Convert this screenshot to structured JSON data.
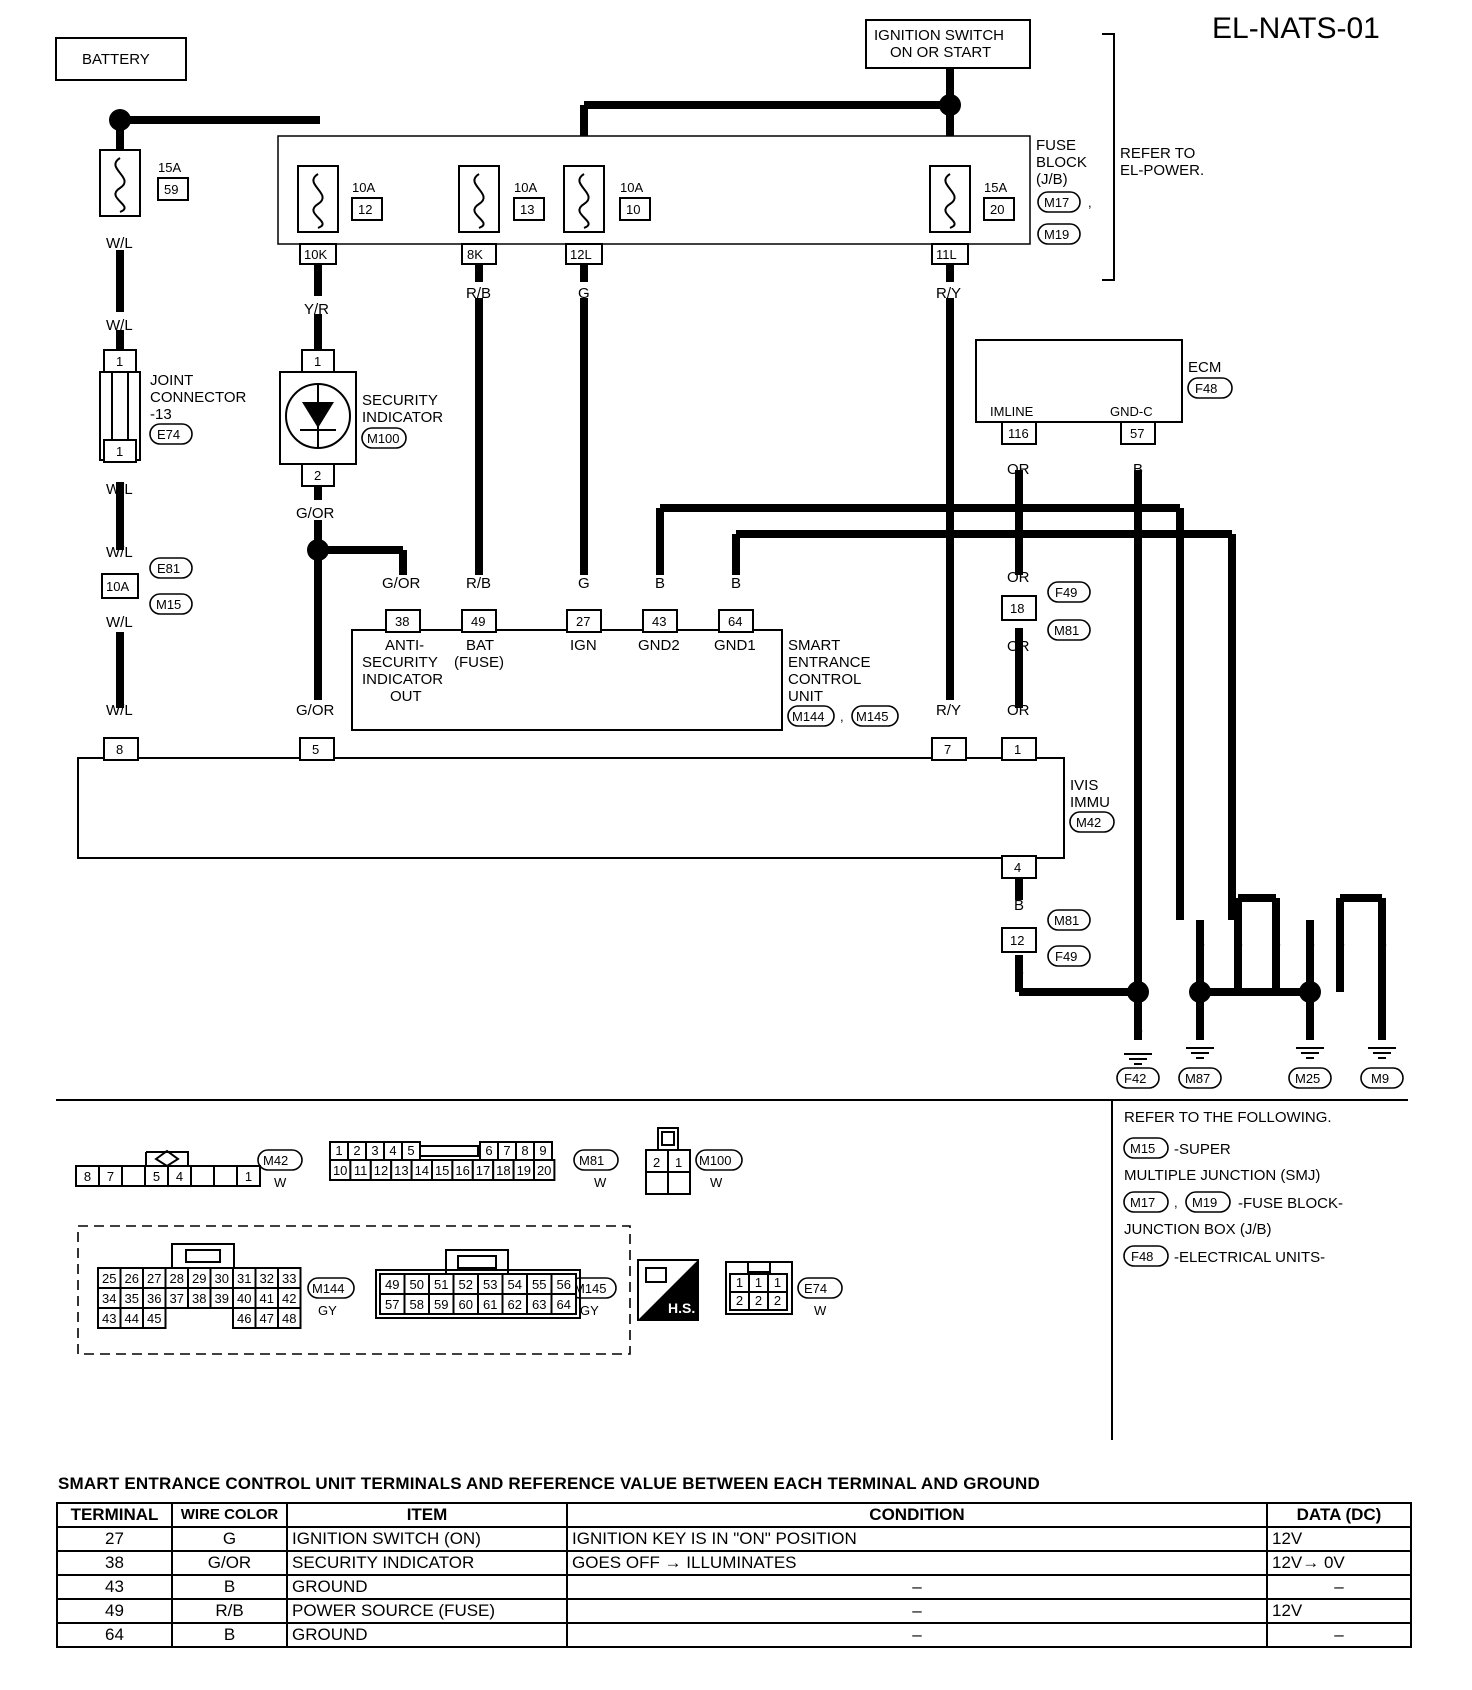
{
  "page_code": "EL-NATS-01",
  "components": {
    "battery": "BATTERY",
    "ignition": [
      "IGNITION SWITCH",
      "ON OR START"
    ],
    "fuse_block": [
      "FUSE",
      "BLOCK",
      "(J/B)"
    ],
    "fuse_block_connectors": [
      "M17",
      "M19"
    ],
    "refer_power": [
      "REFER TO",
      "EL-POWER."
    ],
    "joint_connector": [
      "JOINT",
      "CONNECTOR",
      "-13"
    ],
    "joint_connector_id": "E74",
    "security_indicator": [
      "SECURITY",
      "INDICATOR"
    ],
    "security_indicator_id": "M100",
    "ecm": "ECM",
    "ecm_id": "F48",
    "ecm_pins": [
      "IMLINE",
      "GND-C"
    ],
    "scu": [
      "SMART",
      "ENTRANCE",
      "CONTROL",
      "UNIT"
    ],
    "scu_ids": [
      "M144",
      "M145"
    ],
    "scu_pins": [
      [
        "ANTI-",
        "SECURITY",
        "INDICATOR",
        "OUT"
      ],
      [
        "BAT",
        "(FUSE)"
      ],
      [
        "IGN"
      ],
      [
        "GND2"
      ],
      [
        "GND1"
      ]
    ],
    "ivis": [
      "IVIS",
      "IMMU"
    ],
    "ivis_id": "M42"
  },
  "fuses": [
    {
      "rating": "15A",
      "number": "59"
    },
    {
      "rating": "10A",
      "number": "12"
    },
    {
      "rating": "10A",
      "number": "13"
    },
    {
      "rating": "10A",
      "number": "10"
    },
    {
      "rating": "15A",
      "number": "20"
    }
  ],
  "terminals": {
    "fuse_outputs": [
      "10K",
      "8K",
      "12L",
      "11L"
    ],
    "joint": [
      "1",
      "1"
    ],
    "indicator": [
      "1",
      "2"
    ],
    "e81_m15": "10A",
    "scu": [
      "38",
      "49",
      "27",
      "43",
      "64"
    ],
    "ivis": [
      "8",
      "5",
      "7",
      "1",
      "4"
    ],
    "ecm": [
      "116",
      "57"
    ],
    "f49_m81": "18",
    "m81_f49": "12"
  },
  "connector_ids": {
    "e81": "E81",
    "m15": "M15",
    "f49": "F49",
    "m81": "M81",
    "grounds": [
      "F42",
      "M87",
      "M25",
      "M9"
    ]
  },
  "wire_colors": {
    "wl": "W/L",
    "yr": "Y/R",
    "rb": "R/B",
    "g": "G",
    "ry": "R/Y",
    "gor": "G/OR",
    "or": "OR",
    "b": "B"
  },
  "connectors_bottom": {
    "m42": {
      "id": "M42",
      "color": "W",
      "pins": [
        "8",
        "7",
        "",
        "5",
        "4",
        "",
        "",
        "1"
      ]
    },
    "m81": {
      "id": "M81",
      "color": "W",
      "row1": [
        "1",
        "2",
        "3",
        "4",
        "5",
        "",
        "6",
        "7",
        "8",
        "9"
      ],
      "row2": [
        "10",
        "11",
        "12",
        "13",
        "14",
        "15",
        "16",
        "17",
        "18",
        "19",
        "20"
      ]
    },
    "m100": {
      "id": "M100",
      "color": "W",
      "pins": [
        "2",
        "1"
      ]
    },
    "m144": {
      "id": "M144",
      "color": "GY",
      "row1": [
        "25",
        "26",
        "27",
        "28",
        "29",
        "30",
        "31",
        "32",
        "33"
      ],
      "row2": [
        "34",
        "35",
        "36",
        "37",
        "38",
        "39",
        "40",
        "41",
        "42"
      ],
      "row3a": [
        "43",
        "44",
        "45"
      ],
      "row3b": [
        "46",
        "47",
        "48"
      ]
    },
    "m145": {
      "id": "M145",
      "color": "GY",
      "row1": [
        "49",
        "50",
        "51",
        "52",
        "53",
        "54",
        "55",
        "56"
      ],
      "row2": [
        "57",
        "58",
        "59",
        "60",
        "61",
        "62",
        "63",
        "64"
      ]
    },
    "hs": "H.S.",
    "e74": {
      "id": "E74",
      "color": "W",
      "row1": [
        "1",
        "1",
        "1"
      ],
      "row2": [
        "2",
        "2",
        "2"
      ]
    }
  },
  "references": {
    "heading": "REFER TO THE FOLLOWING.",
    "m15": "M15",
    "m15_text": [
      "-SUPER",
      "MULTIPLE JUNCTION (SMJ)"
    ],
    "m17": "M17",
    "m19": "M19",
    "m17_text": [
      "-FUSE BLOCK-",
      "JUNCTION BOX (J/B)"
    ],
    "f48": "F48",
    "f48_text": "-ELECTRICAL UNITS-"
  },
  "table": {
    "title": "SMART ENTRANCE CONTROL UNIT TERMINALS AND REFERENCE VALUE BETWEEN EACH TERMINAL AND GROUND",
    "headers": [
      "TERMINAL",
      "WIRE COLOR",
      "ITEM",
      "CONDITION",
      "DATA (DC)"
    ],
    "rows": [
      [
        "27",
        "G",
        "IGNITION SWITCH (ON)",
        "IGNITION KEY IS IN \"ON\" POSITION",
        "12V"
      ],
      [
        "38",
        "G/OR",
        "SECURITY INDICATOR",
        "GOES OFF → ILLUMINATES",
        "12V→ 0V"
      ],
      [
        "43",
        "B",
        "GROUND",
        "–",
        "–"
      ],
      [
        "49",
        "R/B",
        "POWER SOURCE (FUSE)",
        "–",
        "12V"
      ],
      [
        "64",
        "B",
        "GROUND",
        "–",
        "–"
      ]
    ]
  }
}
